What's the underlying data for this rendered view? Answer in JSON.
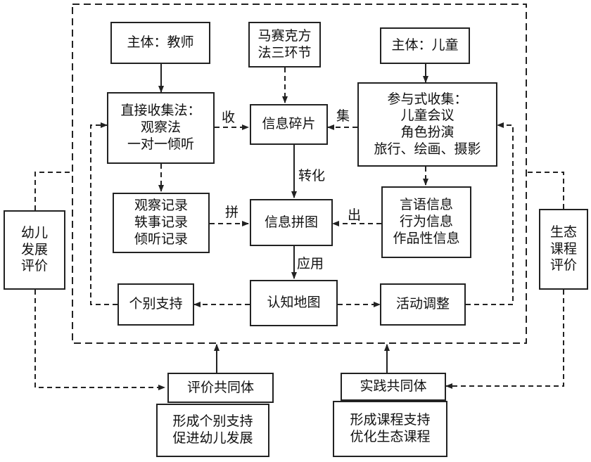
{
  "nodes": {
    "teacher_subject": "主体：教师",
    "mosaic_three_steps": [
      "马赛克方",
      "法三环节"
    ],
    "child_subject": "主体：儿童",
    "direct_collection": [
      "直接收集法：",
      "观察法",
      "一对一倾听"
    ],
    "info_fragments": "信息碎片",
    "participatory_collection": [
      "参与式收集：",
      "儿童会议",
      "角色扮演",
      "旅行、绘画、摄影"
    ],
    "records": [
      "观察记录",
      "轶事记录",
      "倾听记录"
    ],
    "info_puzzle": "信息拼图",
    "info_types": [
      "言语信息",
      "行为信息",
      "作品性信息"
    ],
    "individual_support": "个别支持",
    "cognitive_map": "认知地图",
    "activity_adjustment": "活动调整",
    "child_development_eval": [
      "幼儿",
      "发展",
      "评价"
    ],
    "eco_curriculum_eval": [
      "生态",
      "课程",
      "评价"
    ],
    "evaluation_community": "评价共同体",
    "practice_community": "实践共同体",
    "individual_outcome": [
      "形成个别支持",
      "促进幼儿发展"
    ],
    "curriculum_outcome": [
      "形成课程支持",
      "优化生态课程"
    ]
  },
  "edge_labels": {
    "collect_left": "收",
    "collect_right": "集",
    "transform": "转化",
    "assemble_left": "拼",
    "assemble_right": "出",
    "apply": "应用"
  }
}
